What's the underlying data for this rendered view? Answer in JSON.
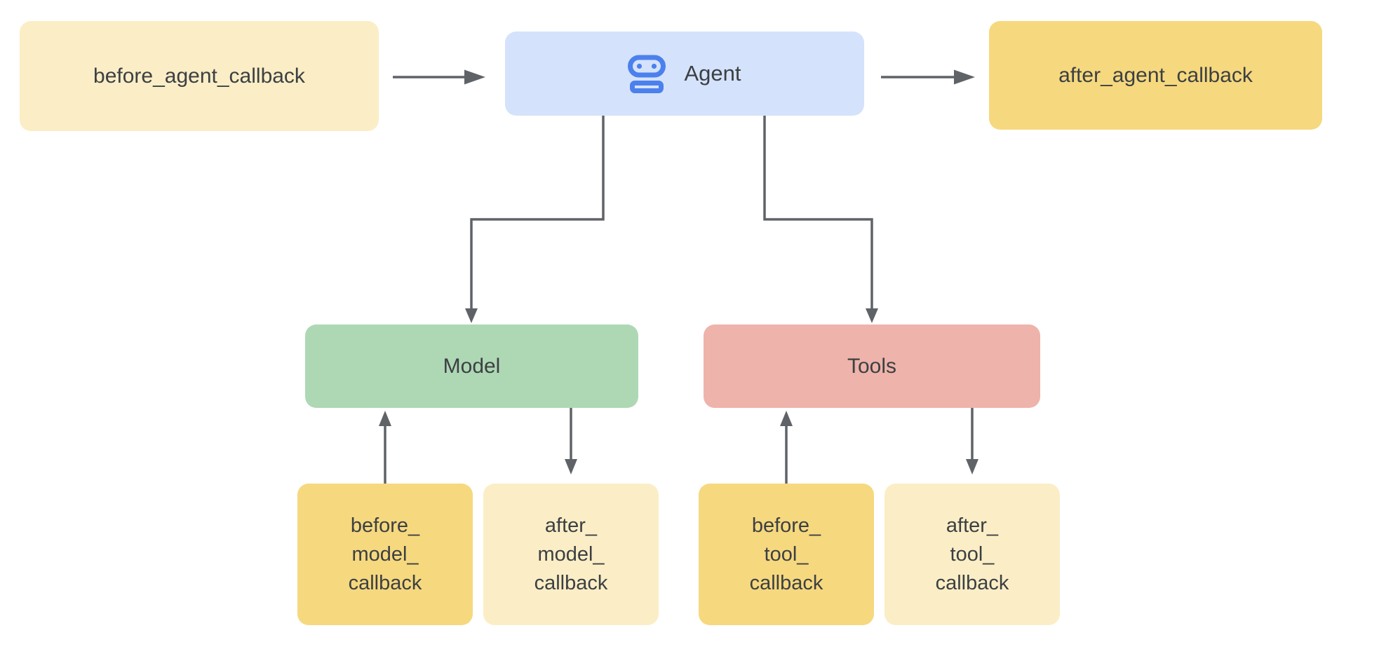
{
  "diagram": {
    "nodes": {
      "before_agent": {
        "label": "before_agent_callback",
        "color": "#fbeec6"
      },
      "agent": {
        "label": "Agent",
        "color": "#d5e2fb",
        "icon": "robot-icon"
      },
      "after_agent": {
        "label": "after_agent_callback",
        "color": "#f6d87e"
      },
      "model": {
        "label": "Model",
        "color": "#aed8b4"
      },
      "tools": {
        "label": "Tools",
        "color": "#eeb3aa"
      },
      "before_model": {
        "label": "before_\nmodel_\ncallback",
        "color": "#f6d87e"
      },
      "after_model": {
        "label": "after_\nmodel_\ncallback",
        "color": "#fbeec6"
      },
      "before_tool": {
        "label": "before_\ntool_\ncallback",
        "color": "#f6d87e"
      },
      "after_tool": {
        "label": "after_\ntool_\ncallback",
        "color": "#fbeec6"
      }
    },
    "edges": [
      {
        "from": "before_agent",
        "to": "agent"
      },
      {
        "from": "agent",
        "to": "after_agent"
      },
      {
        "from": "agent",
        "to": "model"
      },
      {
        "from": "agent",
        "to": "tools"
      },
      {
        "from": "before_model",
        "to": "model"
      },
      {
        "from": "model",
        "to": "after_model"
      },
      {
        "from": "before_tool",
        "to": "tools"
      },
      {
        "from": "tools",
        "to": "after_tool"
      }
    ],
    "colors": {
      "line": "#5f6368",
      "text": "#3c4043",
      "icon_blue": "#4b80ed",
      "background": "#ffffff"
    }
  }
}
